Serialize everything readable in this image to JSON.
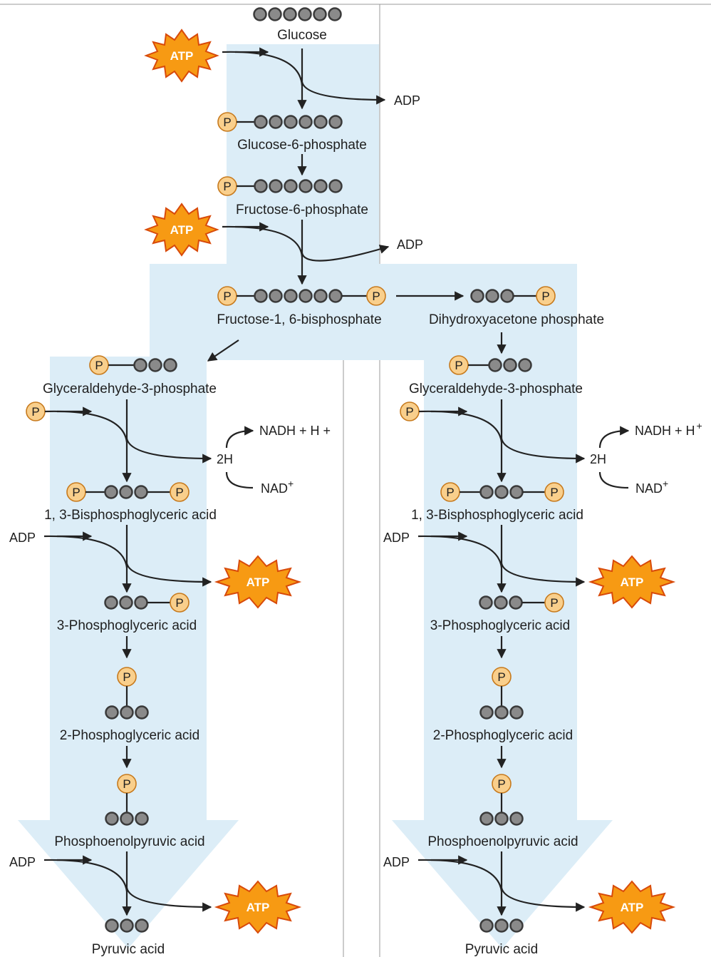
{
  "atp": "ATP",
  "adp": "ADP",
  "phosphate": "P",
  "two_h": "2H",
  "nadh": "NADH + H",
  "nadh_plus_left": "+",
  "nadh_plus_right": "+",
  "nad": "NAD",
  "nad_sup": "+",
  "top": {
    "glucose": "Glucose",
    "glucose_6_phosphate": "Glucose-6-phosphate",
    "fructose_6_phosphate": "Fructose-6-phosphate",
    "fructose_1_6_bisphosphate": "Fructose-1, 6-bisphosphate",
    "dihydroxyacetone_phosphate": "Dihydroxyacetone phosphate"
  },
  "branch": {
    "g3p": "Glyceraldehyde-3-phosphate",
    "bpg": "1, 3-Bisphosphoglyceric acid",
    "pga3": "3-Phosphoglyceric acid",
    "pga2": "2-Phosphoglyceric acid",
    "pep": "Phosphoenolpyruvic acid",
    "pyruvic": "Pyruvic acid"
  },
  "colors": {
    "flow_band": "#dcedf7",
    "phosphate_fill": "#f9cf8c",
    "atp_star": "#f79a13",
    "carbon_ball": "#8a8a8a"
  }
}
